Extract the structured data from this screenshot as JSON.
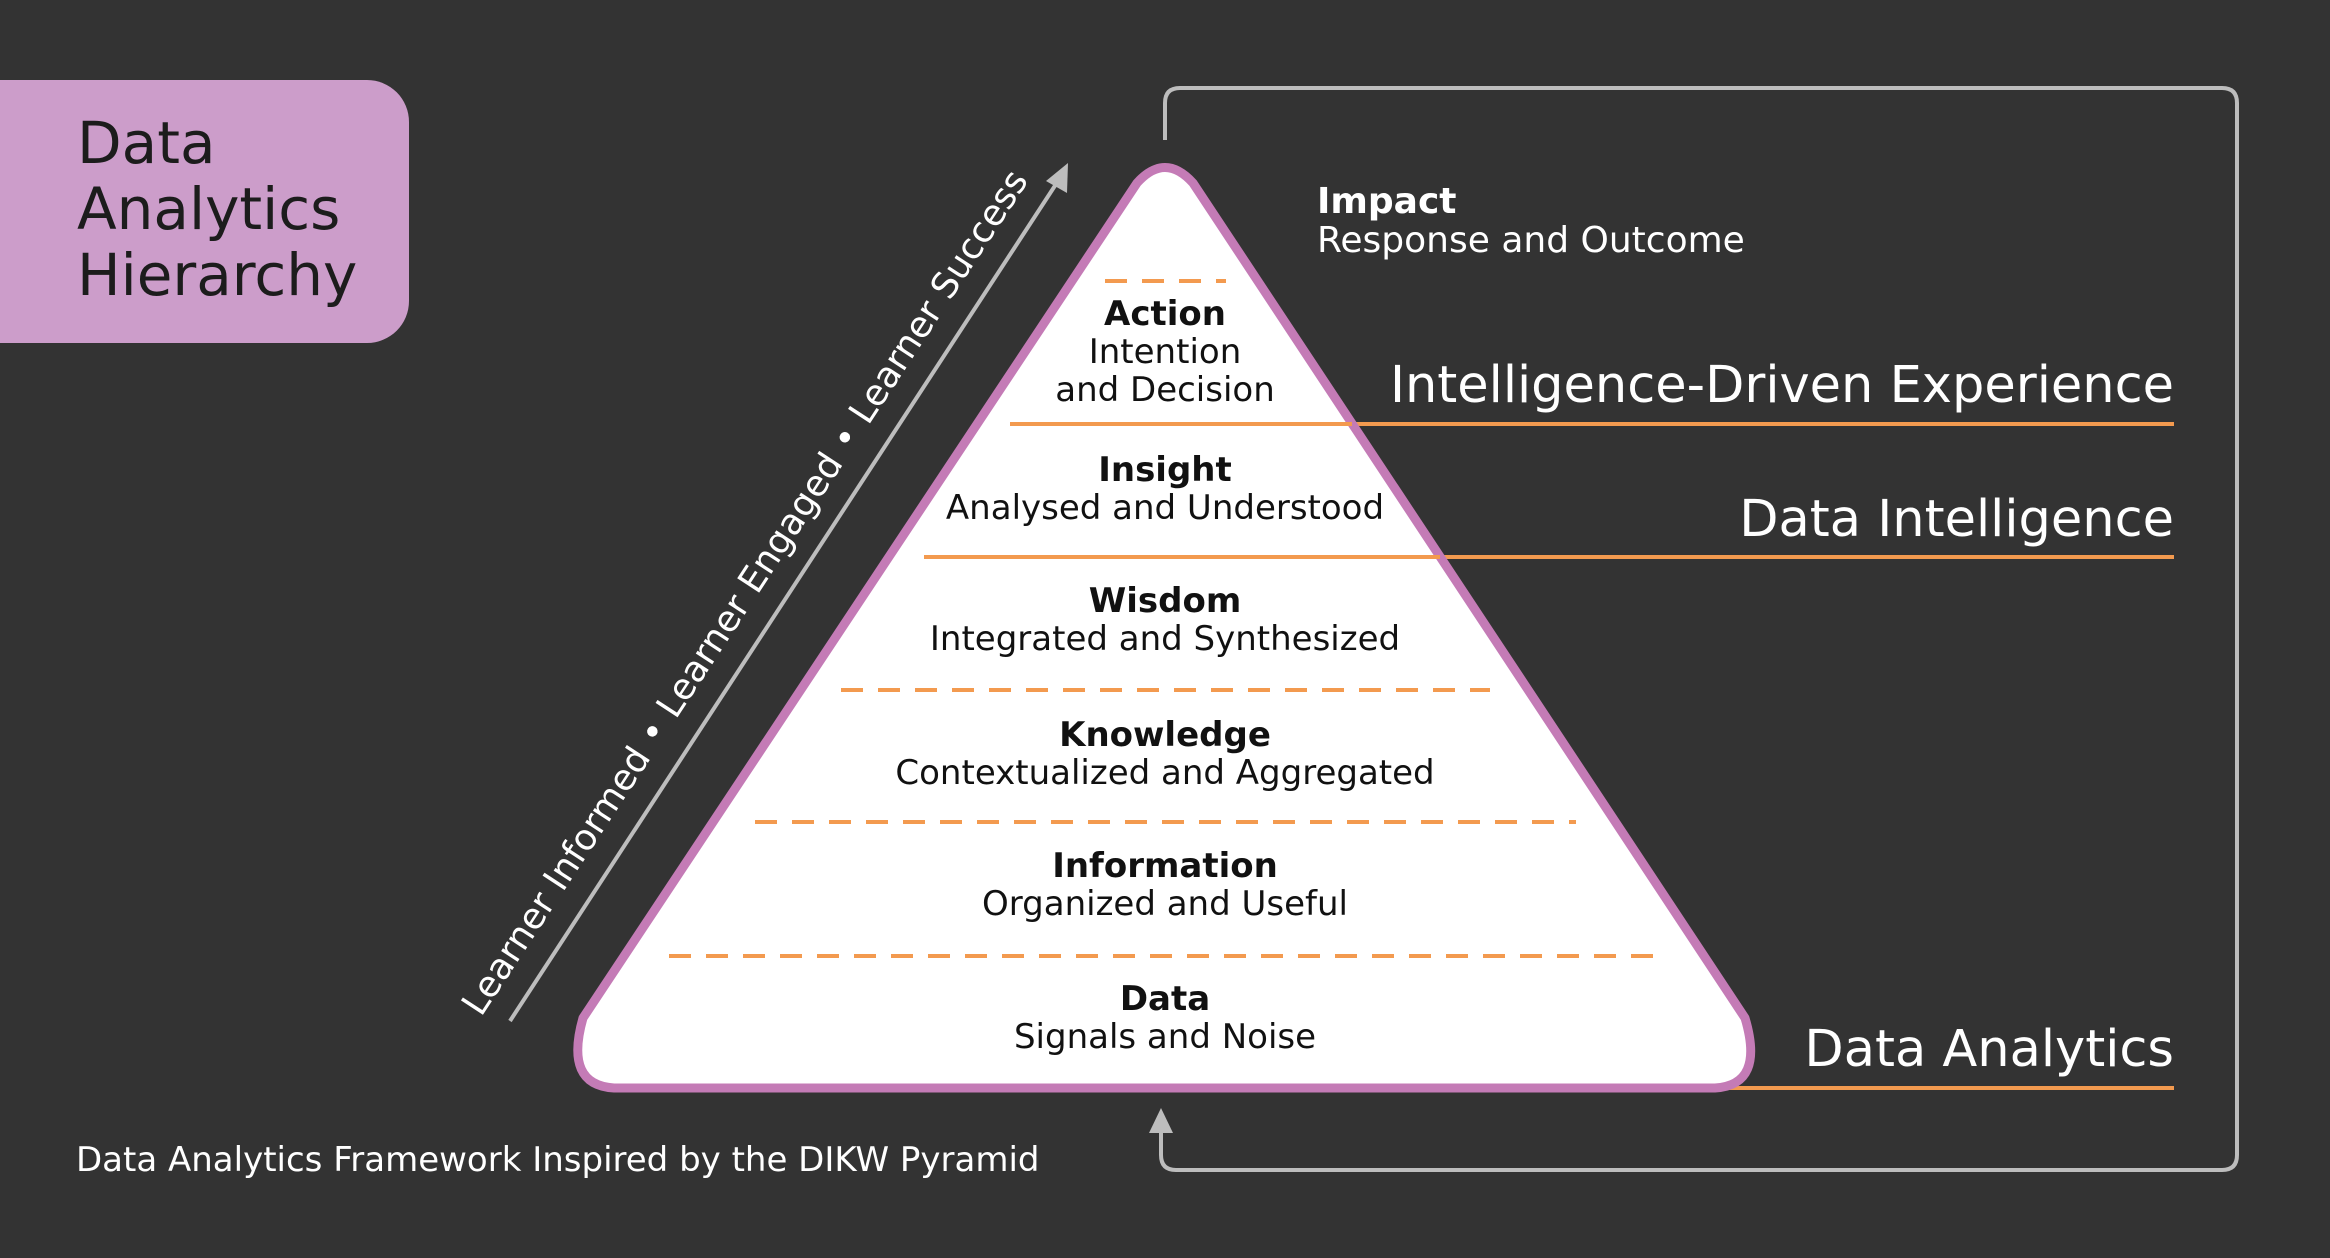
{
  "title": {
    "lines": [
      "Data",
      "Analytics",
      "Hierarchy"
    ]
  },
  "caption": "Data Analytics Framework Inspired by the DIKW Pyramid",
  "side_label": "Learner Informed • Learner Engaged • Learner Success",
  "impact": {
    "title": "Impact",
    "subtitle": "Response and Outcome"
  },
  "tiers": [
    {
      "title": "Action",
      "lines": [
        "Intention",
        "and Decision"
      ]
    },
    {
      "title": "Insight",
      "lines": [
        "Analysed and Understood"
      ]
    },
    {
      "title": "Wisdom",
      "lines": [
        "Integrated and Synthesized"
      ]
    },
    {
      "title": "Knowledge",
      "lines": [
        "Contextualized and Aggregated"
      ]
    },
    {
      "title": "Information",
      "lines": [
        "Organized and Useful"
      ]
    },
    {
      "title": "Data",
      "lines": [
        "Signals and Noise"
      ]
    }
  ],
  "bands": [
    {
      "label": "Intelligence-Driven Experience"
    },
    {
      "label": "Data Intelligence"
    },
    {
      "label": "Data Analytics"
    }
  ],
  "colors": {
    "background": "#333333",
    "title_box": "#cc9dca",
    "pyramid_fill": "#ffffff",
    "pyramid_border": "#c47bb6",
    "accent_orange": "#f39a4f",
    "arrow_gray": "#bdbdbd",
    "text_dark": "#111111",
    "text_light": "#ffffff"
  }
}
